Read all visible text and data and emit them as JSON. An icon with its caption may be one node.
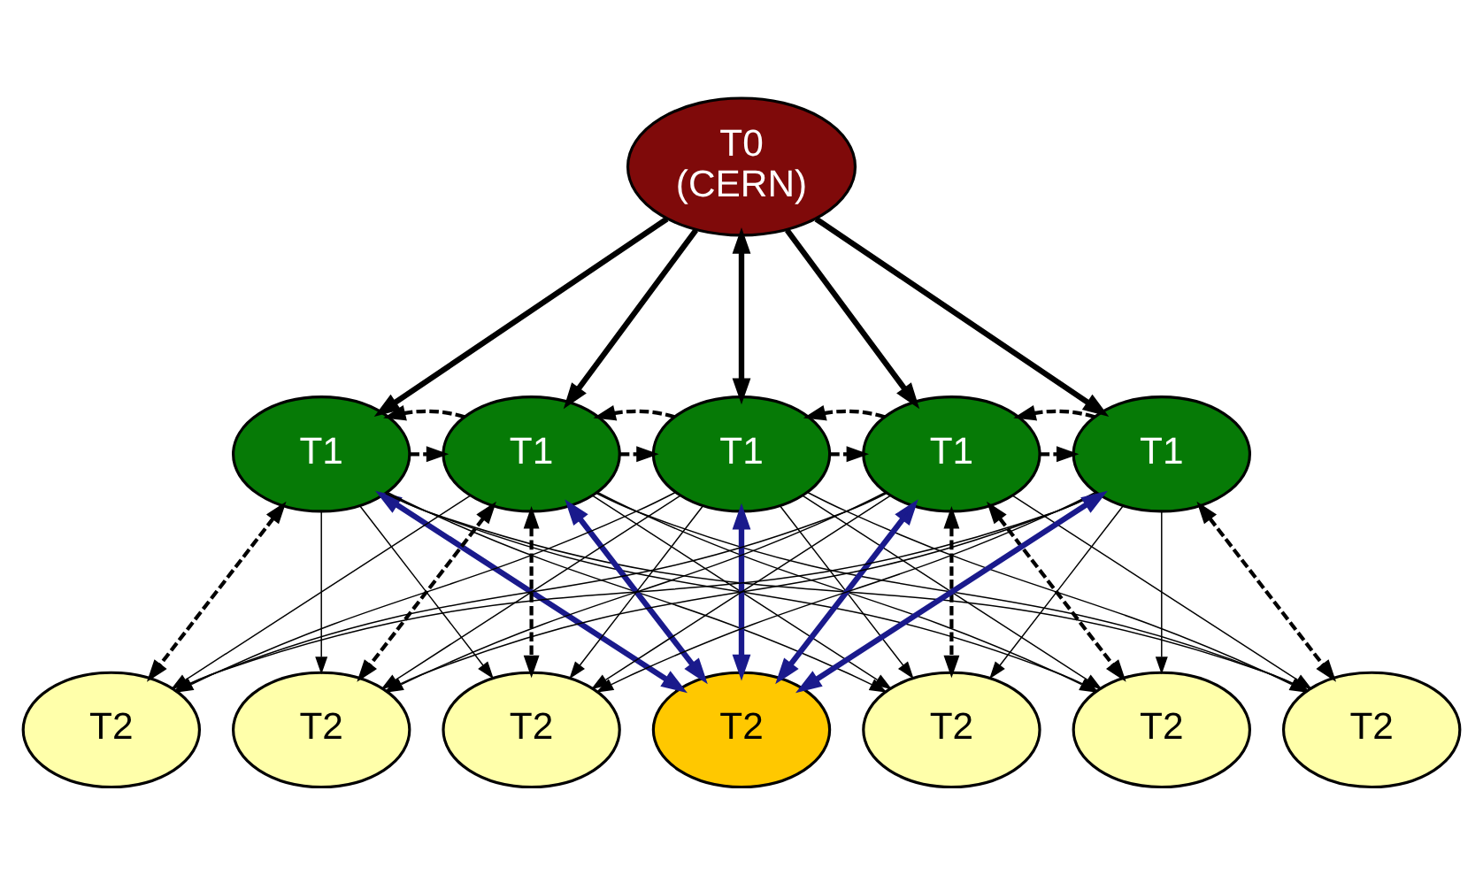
{
  "diagram": {
    "nodes": [
      {
        "text": [
          "T0",
          "(CERN)"
        ]
      },
      {
        "text": [
          "T1"
        ]
      },
      {
        "text": [
          "T1"
        ]
      },
      {
        "text": [
          "T1"
        ]
      },
      {
        "text": [
          "T1"
        ]
      },
      {
        "text": [
          "T1"
        ]
      },
      {
        "text": [
          "T2"
        ]
      },
      {
        "text": [
          "T2"
        ]
      },
      {
        "text": [
          "T2"
        ]
      },
      {
        "text": [
          "T2"
        ]
      },
      {
        "text": [
          "T2"
        ]
      },
      {
        "text": [
          "T2"
        ]
      },
      {
        "text": [
          "T2"
        ]
      }
    ],
    "edges": [
      {
        "from": 0,
        "to": 1,
        "arrow": "to",
        "style": "thick"
      },
      {
        "from": 0,
        "to": 2,
        "arrow": "to",
        "style": "thick"
      },
      {
        "from": 0,
        "to": 3,
        "arrow": "both",
        "style": "thick"
      },
      {
        "from": 0,
        "to": 4,
        "arrow": "to",
        "style": "thick"
      },
      {
        "from": 0,
        "to": 5,
        "arrow": "to",
        "style": "thick"
      },
      {
        "from": 1,
        "to": 2,
        "arrow": "to",
        "style": "dashed"
      },
      {
        "from": 2,
        "to": 3,
        "arrow": "to",
        "style": "dashed"
      },
      {
        "from": 3,
        "to": 4,
        "arrow": "to",
        "style": "dashed"
      },
      {
        "from": 4,
        "to": 5,
        "arrow": "to",
        "style": "dashed"
      },
      {
        "from": 2,
        "to": 1,
        "arrow": "to",
        "style": "dashed"
      },
      {
        "from": 3,
        "to": 2,
        "arrow": "to",
        "style": "dashed"
      },
      {
        "from": 4,
        "to": 3,
        "arrow": "to",
        "style": "dashed"
      },
      {
        "from": 5,
        "to": 4,
        "arrow": "to",
        "style": "dashed"
      },
      {
        "from": 1,
        "to": 9,
        "arrow": "both",
        "style": "thick",
        "color": "#1a1a8c"
      },
      {
        "from": 2,
        "to": 9,
        "arrow": "both",
        "style": "thick",
        "color": "#1a1a8c"
      },
      {
        "from": 3,
        "to": 9,
        "arrow": "both",
        "style": "thick",
        "color": "#1a1a8c"
      },
      {
        "from": 4,
        "to": 9,
        "arrow": "both",
        "style": "thick",
        "color": "#1a1a8c"
      },
      {
        "from": 5,
        "to": 9,
        "arrow": "both",
        "style": "thick",
        "color": "#1a1a8c"
      },
      {
        "from": 1,
        "to": 6,
        "arrow": "both",
        "style": "dashed"
      },
      {
        "from": 2,
        "to": 7,
        "arrow": "both",
        "style": "dashed"
      },
      {
        "from": 2,
        "to": 8,
        "arrow": "both",
        "style": "dashed"
      },
      {
        "from": 4,
        "to": 10,
        "arrow": "both",
        "style": "dashed"
      },
      {
        "from": 4,
        "to": 11,
        "arrow": "both",
        "style": "dashed"
      },
      {
        "from": 5,
        "to": 12,
        "arrow": "both",
        "style": "dashed"
      },
      {
        "from": 1,
        "to": 7,
        "arrow": "to"
      },
      {
        "from": 1,
        "to": 8,
        "arrow": "to"
      },
      {
        "from": 1,
        "to": 10,
        "arrow": "to"
      },
      {
        "from": 1,
        "to": 11,
        "arrow": "to"
      },
      {
        "from": 1,
        "to": 12,
        "arrow": "to"
      },
      {
        "from": 2,
        "to": 6,
        "arrow": "to"
      },
      {
        "from": 2,
        "to": 10,
        "arrow": "to"
      },
      {
        "from": 2,
        "to": 11,
        "arrow": "to"
      },
      {
        "from": 2,
        "to": 12,
        "arrow": "to"
      },
      {
        "from": 3,
        "to": 6,
        "arrow": "to"
      },
      {
        "from": 3,
        "to": 7,
        "arrow": "to"
      },
      {
        "from": 3,
        "to": 8,
        "arrow": "to"
      },
      {
        "from": 3,
        "to": 10,
        "arrow": "to"
      },
      {
        "from": 3,
        "to": 11,
        "arrow": "to"
      },
      {
        "from": 3,
        "to": 12,
        "arrow": "to"
      },
      {
        "from": 4,
        "to": 6,
        "arrow": "to"
      },
      {
        "from": 4,
        "to": 7,
        "arrow": "to"
      },
      {
        "from": 4,
        "to": 8,
        "arrow": "to"
      },
      {
        "from": 4,
        "to": 12,
        "arrow": "to"
      },
      {
        "from": 5,
        "to": 6,
        "arrow": "to"
      },
      {
        "from": 5,
        "to": 7,
        "arrow": "to"
      },
      {
        "from": 5,
        "to": 8,
        "arrow": "to"
      },
      {
        "from": 5,
        "to": 10,
        "arrow": "to"
      },
      {
        "from": 5,
        "to": 11,
        "arrow": "to"
      }
    ]
  }
}
